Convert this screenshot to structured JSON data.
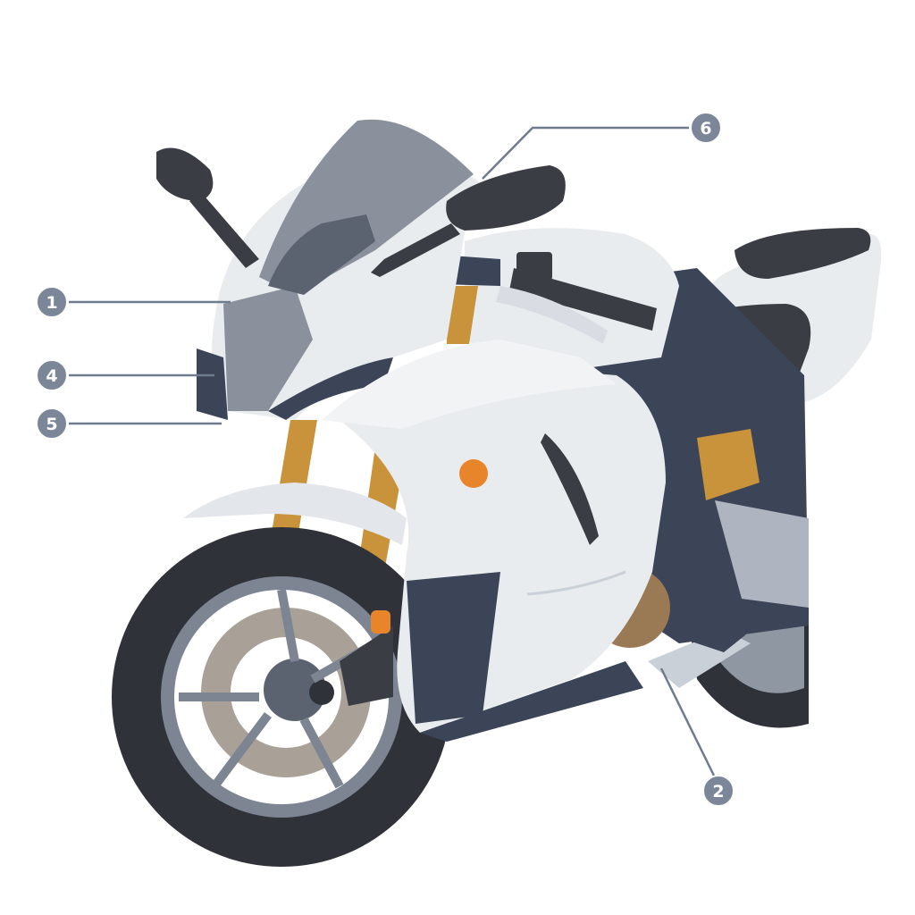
{
  "diagram": {
    "colors": {
      "fairing": "#e9ecef",
      "fairing_shade": "#c9d0d8",
      "frame_dark": "#3c4558",
      "windscreen": "#8a919c",
      "tire": "#2f3238",
      "rim": "#7d8593",
      "fork_gold": "#c8933a",
      "seat": "#3a3d43",
      "disc": "#a9a197",
      "engine_bronze": "#9a7a55",
      "callout": "#6f7c8e",
      "badge": "#7b8799"
    },
    "callouts": [
      {
        "label": "1",
        "target": "upper-fairing"
      },
      {
        "label": "4",
        "target": "fairing-side-edge"
      },
      {
        "label": "5",
        "target": "lower-fairing-edge"
      },
      {
        "label": "6",
        "target": "mirror"
      },
      {
        "label": "2",
        "target": "footpeg"
      }
    ]
  }
}
